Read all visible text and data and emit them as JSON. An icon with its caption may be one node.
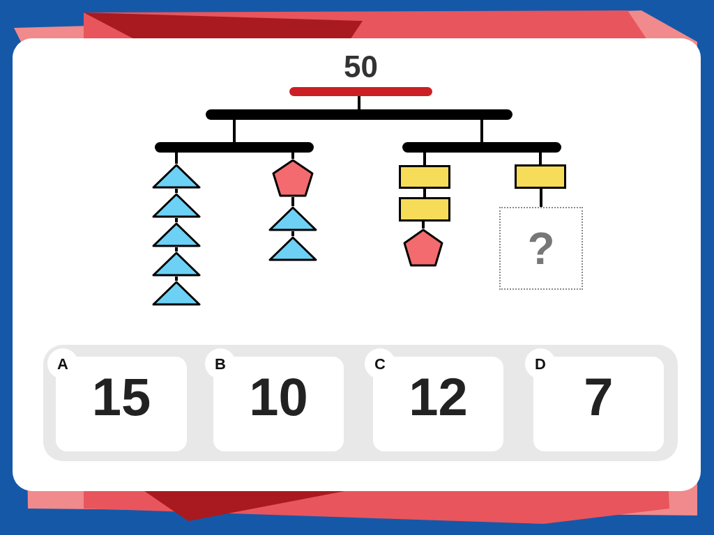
{
  "diagram": {
    "nodes": [
      {
        "text": [
          "50"
        ]
      },
      {
        "text": [],
        "shape": "bar"
      },
      {
        "text": [],
        "shape": "bar"
      },
      {
        "text": [],
        "shape": "bar"
      },
      {
        "text": [],
        "shape": "triangle"
      },
      {
        "text": [],
        "shape": "triangle"
      },
      {
        "text": [],
        "shape": "triangle"
      },
      {
        "text": [],
        "shape": "triangle"
      },
      {
        "text": [],
        "shape": "triangle"
      },
      {
        "text": [],
        "shape": "pentagon"
      },
      {
        "text": [],
        "shape": "triangle"
      },
      {
        "text": [],
        "shape": "triangle"
      },
      {
        "text": [],
        "shape": "box"
      },
      {
        "text": [],
        "shape": "box"
      },
      {
        "text": [],
        "shape": "pentagon"
      },
      {
        "text": [],
        "shape": "box"
      },
      {
        "text": [
          "?"
        ]
      },
      {
        "text": [
          "15"
        ]
      },
      {
        "text": [
          "A"
        ]
      },
      {
        "text": [
          "10"
        ]
      },
      {
        "text": [
          "B"
        ]
      },
      {
        "text": [
          "12"
        ]
      },
      {
        "text": [
          "C"
        ]
      },
      {
        "text": [
          "7"
        ]
      },
      {
        "text": [
          "D"
        ]
      }
    ],
    "edges": [
      {
        "from": 0,
        "to": 1,
        "arrow": "none"
      },
      {
        "from": 1,
        "to": 2,
        "arrow": "none"
      },
      {
        "from": 1,
        "to": 3,
        "arrow": "none"
      },
      {
        "from": 2,
        "to": 4,
        "arrow": "none"
      },
      {
        "from": 4,
        "to": 5,
        "arrow": "none"
      },
      {
        "from": 5,
        "to": 6,
        "arrow": "none"
      },
      {
        "from": 6,
        "to": 7,
        "arrow": "none"
      },
      {
        "from": 7,
        "to": 8,
        "arrow": "none"
      },
      {
        "from": 2,
        "to": 9,
        "arrow": "none"
      },
      {
        "from": 9,
        "to": 10,
        "arrow": "none"
      },
      {
        "from": 10,
        "to": 11,
        "arrow": "none"
      },
      {
        "from": 3,
        "to": 12,
        "arrow": "none"
      },
      {
        "from": 12,
        "to": 13,
        "arrow": "none"
      },
      {
        "from": 13,
        "to": 14,
        "arrow": "none"
      },
      {
        "from": 3,
        "to": 15,
        "arrow": "none"
      },
      {
        "from": 15,
        "to": 16,
        "arrow": "none"
      }
    ]
  }
}
